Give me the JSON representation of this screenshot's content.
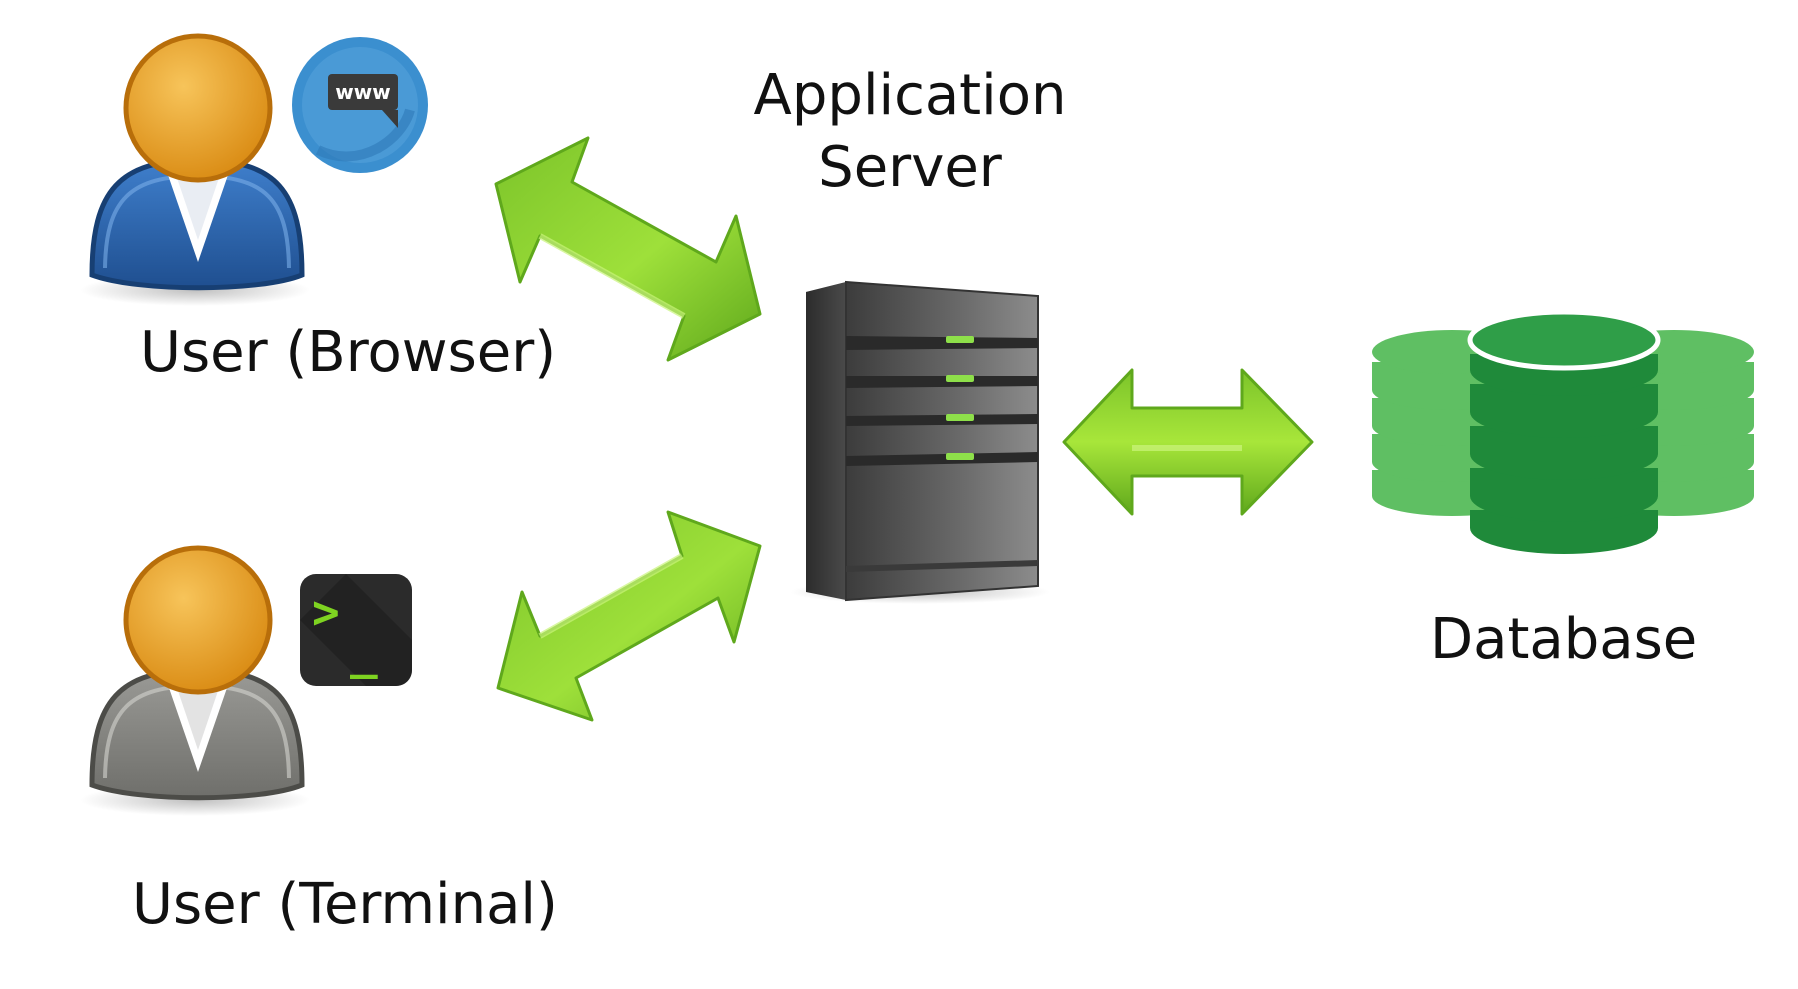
{
  "labels": {
    "user_browser": "User (Browser)",
    "user_terminal": "User (Terminal)",
    "app_server_line1": "Application",
    "app_server_line2": "Server",
    "database": "Database"
  },
  "icons": {
    "browser_badge_text": "www",
    "terminal_prompt": ">",
    "terminal_cursor": "_"
  },
  "nodes": [
    {
      "id": "user-browser",
      "icon": "user-avatar-blue",
      "label": "User (Browser)"
    },
    {
      "id": "user-terminal",
      "icon": "user-avatar-gray",
      "label": "User (Terminal)"
    },
    {
      "id": "app-server",
      "icon": "server-tower",
      "label": "Application Server"
    },
    {
      "id": "database",
      "icon": "database-cylinders",
      "label": "Database"
    }
  ],
  "edges": [
    {
      "from": "user-browser",
      "to": "app-server",
      "direction": "bidirectional"
    },
    {
      "from": "user-terminal",
      "to": "app-server",
      "direction": "bidirectional"
    },
    {
      "from": "app-server",
      "to": "database",
      "direction": "bidirectional"
    }
  ],
  "colors": {
    "arrow_light": "#a8e63a",
    "arrow_dark": "#5fa81c",
    "user_head": "#e8a020",
    "user_browser_body": "#2f67b1",
    "user_terminal_body": "#8c8c8c",
    "browser_badge": "#3b8fcf",
    "terminal_bg": "#2b2b2b",
    "terminal_accent": "#7ed321",
    "server_body": "#5a5a5a",
    "server_led": "#8ee04a",
    "db_light": "#5fbf63",
    "db_dark": "#1f8a3a"
  }
}
